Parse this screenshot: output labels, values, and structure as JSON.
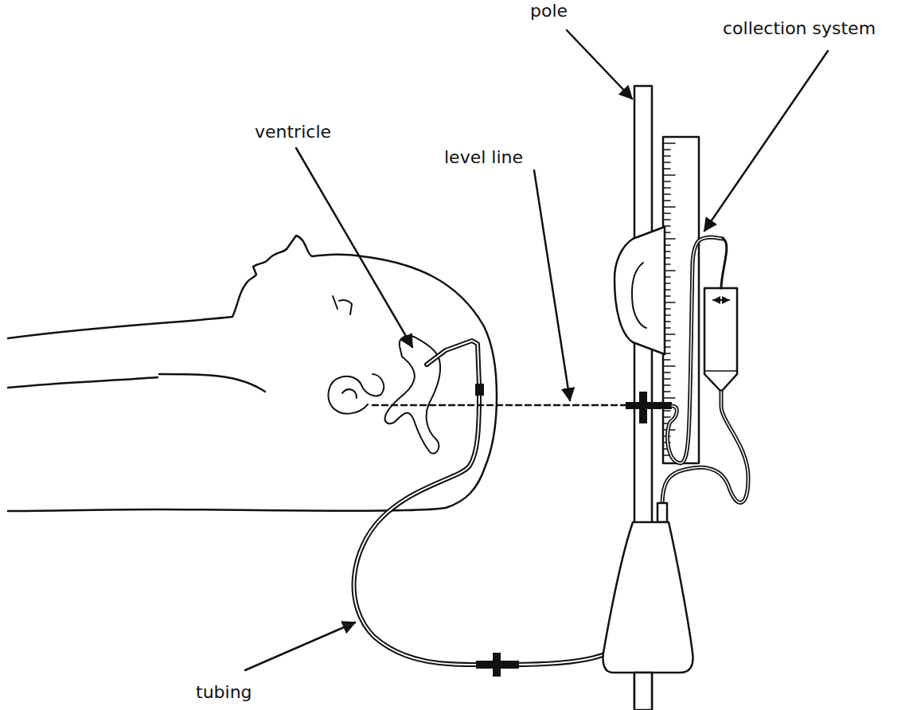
{
  "diagram": {
    "labels": [
      "pole",
      "collection system",
      "ventricle",
      "level line",
      "tubing"
    ]
  }
}
